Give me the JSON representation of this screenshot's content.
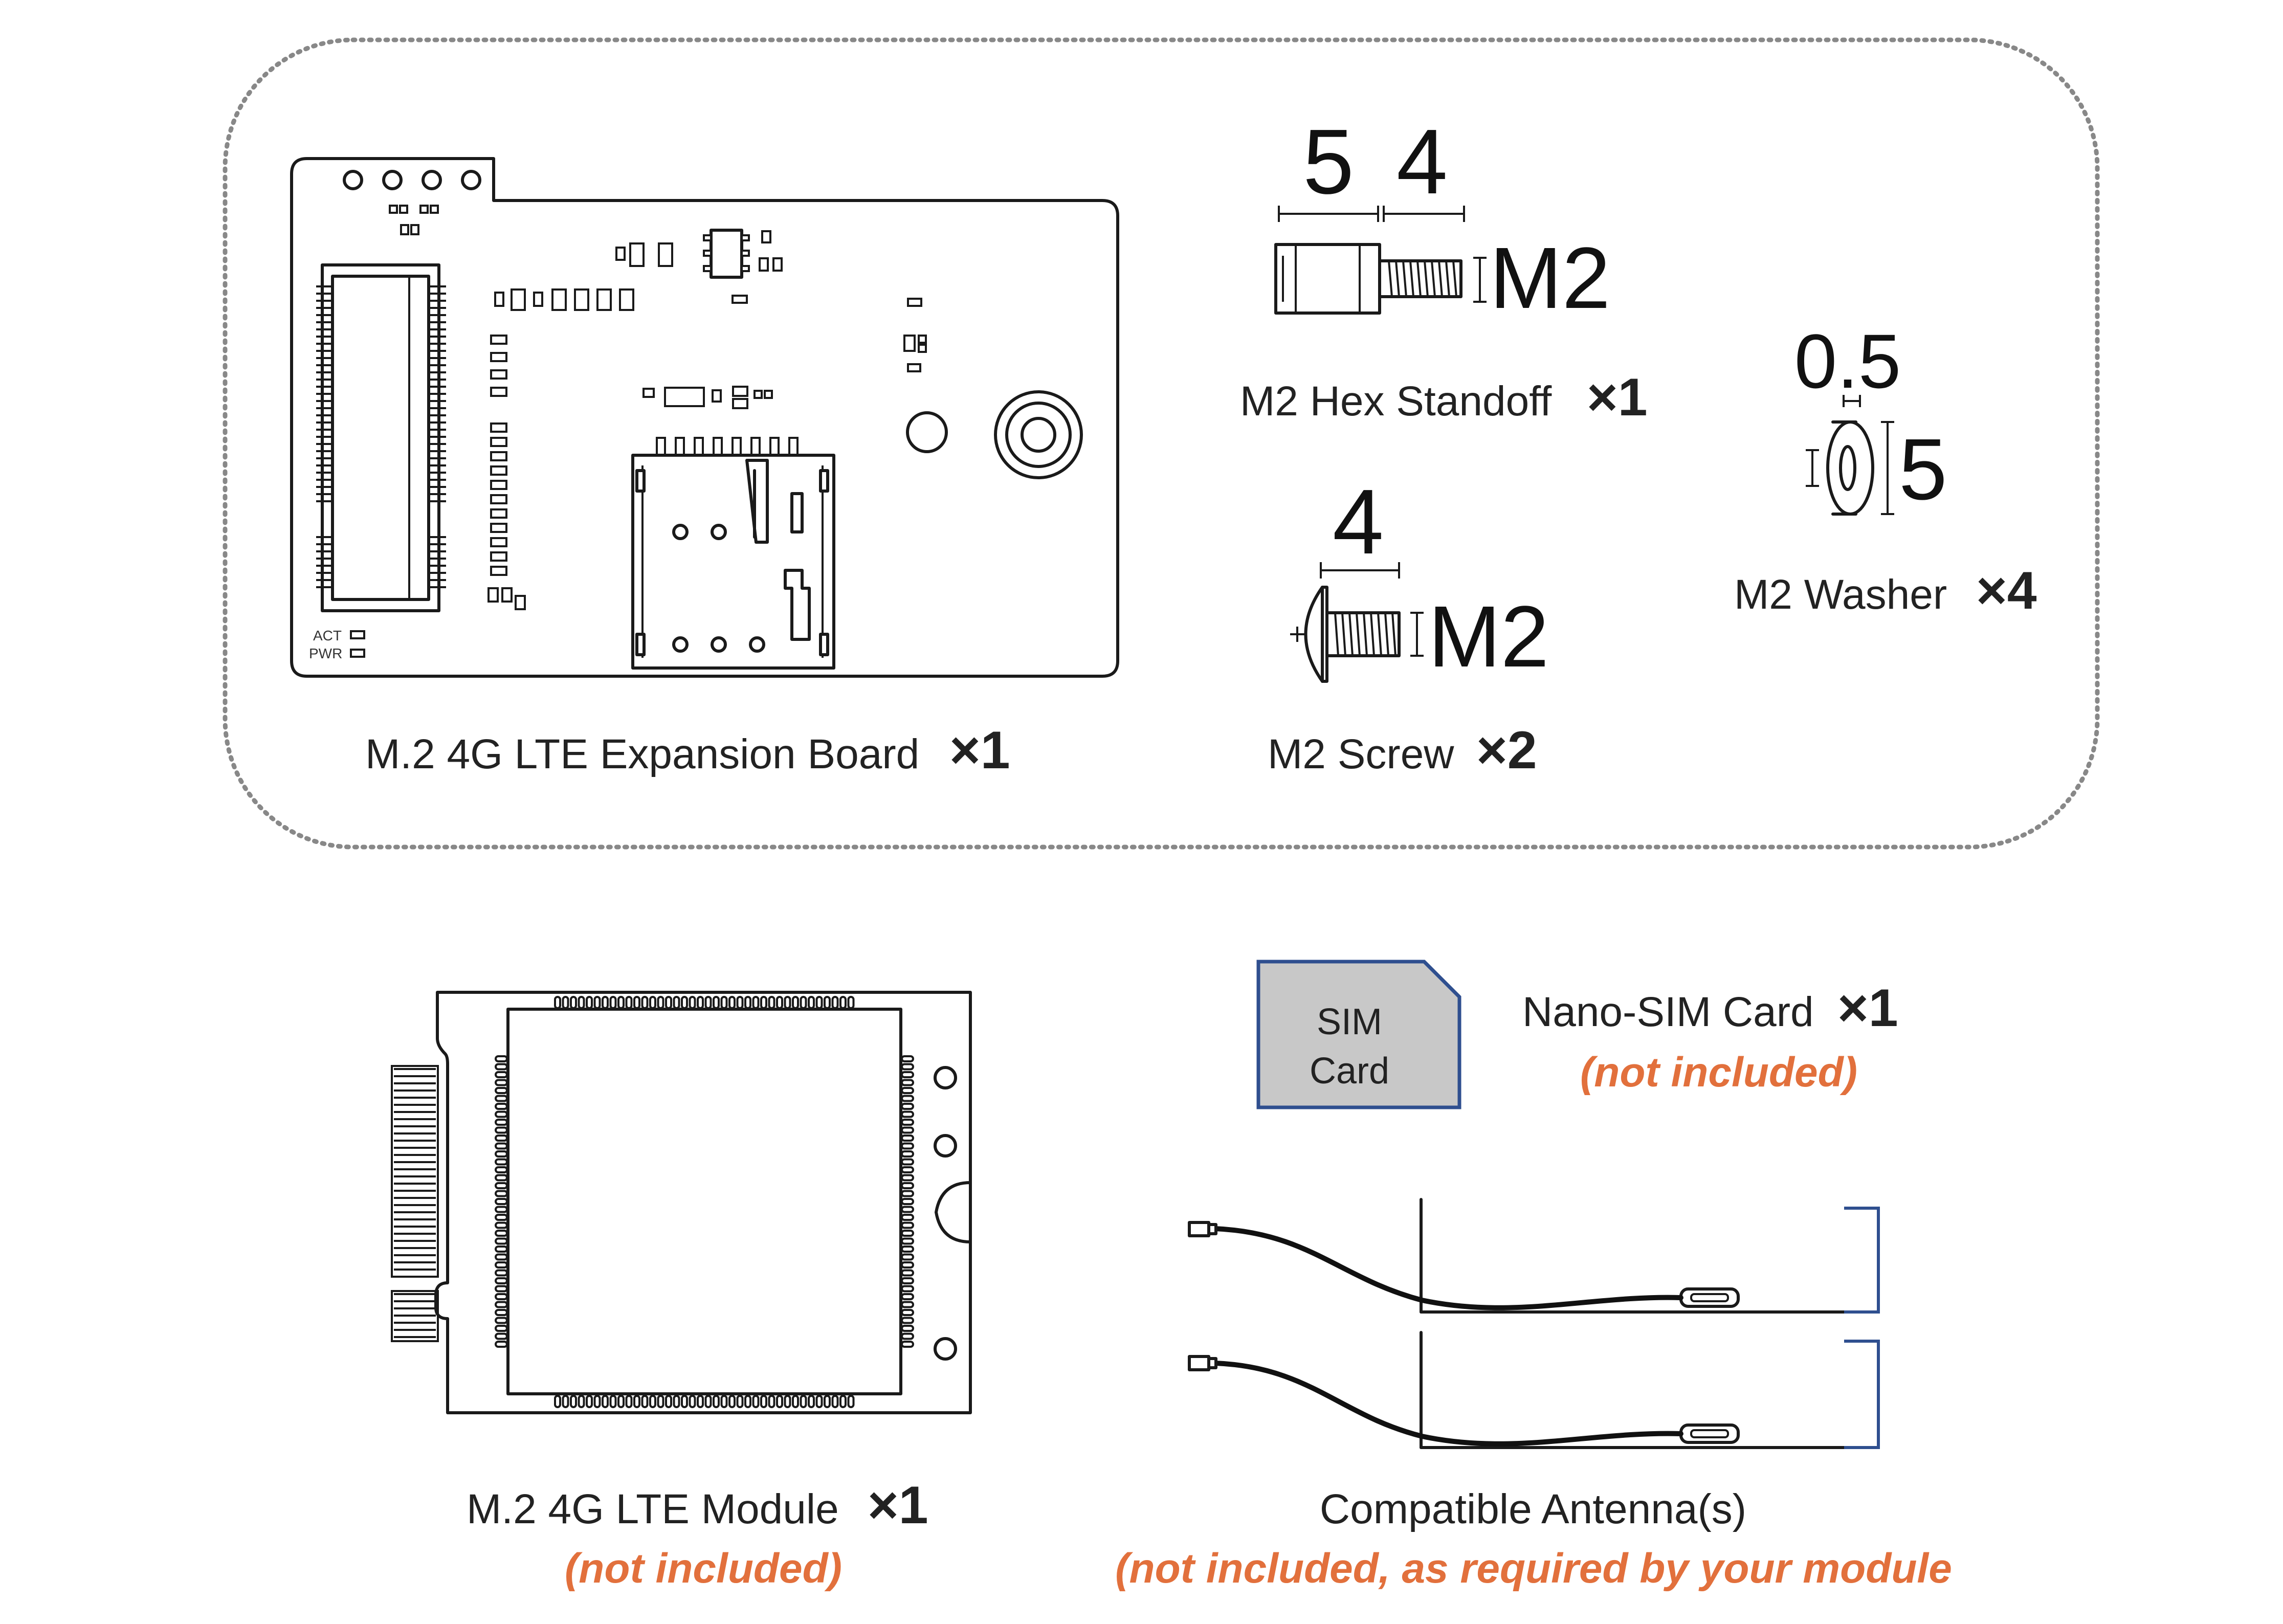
{
  "included_kit": {
    "expansion_board": {
      "name": "M.2 4G LTE Expansion Board",
      "qty": "×1",
      "silk_act": "ACT",
      "silk_pwr": "PWR"
    },
    "hex_standoff": {
      "name": "M2 Hex Standoff",
      "qty": "×1",
      "dim_body": "5",
      "dim_thread": "4",
      "thread_size": "M2"
    },
    "screw": {
      "name": "M2 Screw",
      "qty": "×2",
      "dim_length": "4",
      "thread_size": "M2"
    },
    "washer": {
      "name": "M2 Washer",
      "qty": "×4",
      "dim_thickness": "0.5",
      "dim_diameter": "5"
    }
  },
  "not_included": {
    "lte_module": {
      "name": "M.2 4G LTE Module",
      "qty": "×1",
      "note": "(not included)"
    },
    "sim_card": {
      "name": "Nano-SIM Card",
      "qty": "×1",
      "note": "(not included)",
      "card_line1": "SIM",
      "card_line2": "Card"
    },
    "antenna": {
      "name": "Compatible Antenna(s)",
      "note": "(not included, as required by your module"
    }
  },
  "colors": {
    "outline": "#1a1a1a",
    "dotted_border": "#888888",
    "note_orange": "#e2703c",
    "sim_fill": "#c8c8c8",
    "sim_border": "#2f4f8f",
    "antenna_bracket": "#2f4f8f"
  }
}
